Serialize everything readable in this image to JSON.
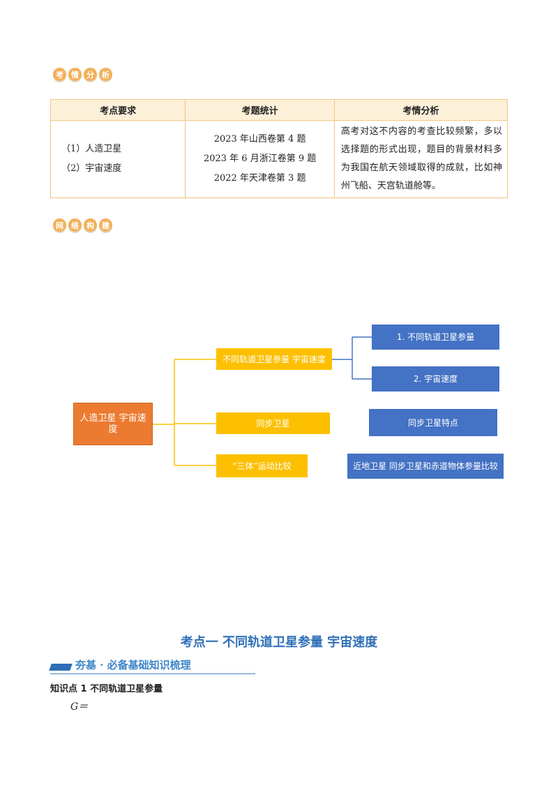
{
  "section1_badge": [
    "考",
    "情",
    "分",
    "析"
  ],
  "section2_badge": [
    "网",
    "络",
    "构",
    "建"
  ],
  "table": {
    "headers": [
      "考点要求",
      "考题统计",
      "考情分析"
    ],
    "requirements": [
      "（1）人造卫星",
      "（2）宇宙速度"
    ],
    "stats": [
      "2023 年山西卷第 4 题",
      "2023 年 6 月浙江卷第 9 题",
      "2022 年天津卷第 3 题"
    ],
    "analysis": "高考对这不内容的考查比较频繁，多以选择题的形式出现，题目的背景材料多为我国在航天领域取得的成就，比如神州飞船、天宫轨道舱等。"
  },
  "mindmap": {
    "root": "人造卫星  宇宙速度",
    "mid": [
      "不同轨道卫星参量  宇宙速度",
      "同步卫星",
      "“三体”运动比较"
    ],
    "leaves": [
      "1. 不同轨道卫星参量",
      "2. 宇宙速度",
      "同步卫星特点",
      "近地卫星  同步卫星和赤道物体参量比较"
    ],
    "colors": {
      "root": "#ec7b32",
      "mid": "#fcc000",
      "leaf": "#4472c4"
    }
  },
  "heading": "考点一  不同轨道卫星参量  宇宙速度",
  "banner": "夯基 · 必备基础知识梳理",
  "knowledge_point": "知识点 1  不同轨道卫星参量",
  "formula": "G＝"
}
